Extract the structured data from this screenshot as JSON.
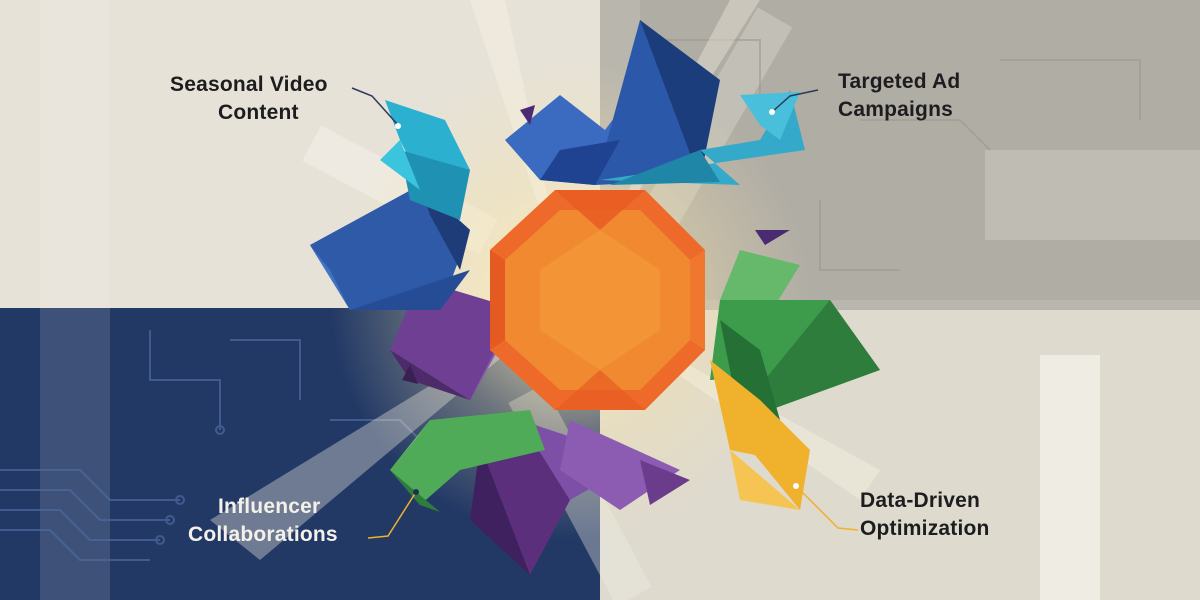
{
  "diagram": {
    "hub": {
      "color": "#f0892f"
    },
    "branches": [
      {
        "label_line1": "Seasonal Video",
        "label_line2": "Content",
        "color": "#2aa3c9"
      },
      {
        "label_line1": "Targeted Ad",
        "label_line2": "Campaigns",
        "color": "#3d6fbf"
      },
      {
        "label_line1": "Influencer",
        "label_line2": "Collaborations",
        "color": "#4aa35a"
      },
      {
        "label_line1": "Data-Driven",
        "label_line2": "Optimization",
        "color": "#f2b531"
      }
    ],
    "palette": {
      "navy": "#1f3563",
      "beige": "#e5e1d6",
      "gray": "#8c8a84",
      "purple": "#6b3f8f",
      "green": "#3f9a4f",
      "blue": "#2f5aa8",
      "teal": "#36acc8",
      "yellow": "#f0b12c",
      "orange": "#ee7d2c"
    }
  }
}
